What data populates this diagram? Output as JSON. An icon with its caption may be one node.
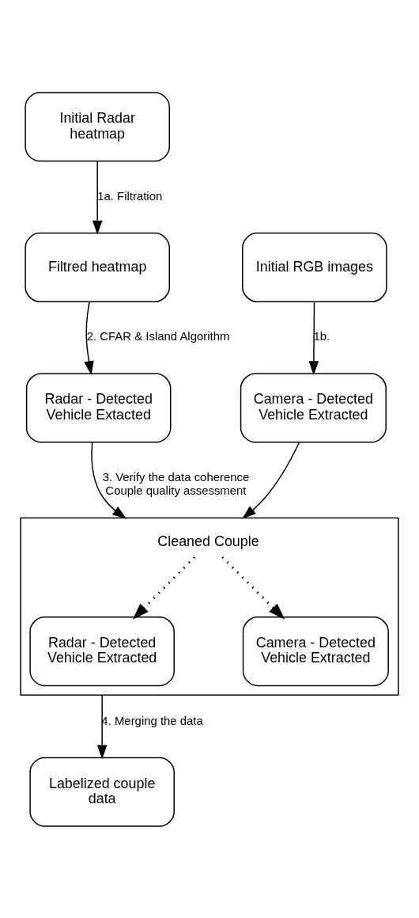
{
  "diagram": {
    "nodes": [
      {
        "text": [
          "Initial Radar heatmap"
        ]
      },
      {
        "text": [
          "Initial RGB images"
        ]
      },
      {
        "text": [
          "Filtred heatmap"
        ]
      },
      {
        "text": [
          "Radar - Detected Vehicle Extacted"
        ]
      },
      {
        "text": [
          "Camera - Detected Vehicle Extracted"
        ]
      },
      {
        "text": [
          "Cleaned Couple"
        ]
      },
      {
        "text": [
          "Radar - Detected Vehicle Extracted"
        ],
        "in": 5
      },
      {
        "text": [
          "Camera - Detected Vehicle Extracted"
        ],
        "in": 5
      },
      {
        "text": [
          "Labelized couple data"
        ]
      }
    ],
    "edges": [
      {
        "from": 0,
        "to": 2,
        "arrow": "to",
        "label": "1a. Filtration"
      },
      {
        "from": 2,
        "to": 3,
        "arrow": "to",
        "label": "2. CFAR & Island Algorithm"
      },
      {
        "from": 1,
        "to": 4,
        "arrow": "to",
        "label": "1b."
      },
      {
        "from": 3,
        "to": 5,
        "arrow": "to",
        "label": "3. Verify the data coherence Couple quality assessment"
      },
      {
        "from": 4,
        "to": 5,
        "arrow": "to"
      },
      {
        "from": 5,
        "to": 6,
        "arrow": "to",
        "style": "dashed"
      },
      {
        "from": 5,
        "to": 7,
        "arrow": "to",
        "style": "dashed"
      },
      {
        "from": 5,
        "to": 8,
        "arrow": "to",
        "label": "4. Merging the data"
      }
    ]
  }
}
